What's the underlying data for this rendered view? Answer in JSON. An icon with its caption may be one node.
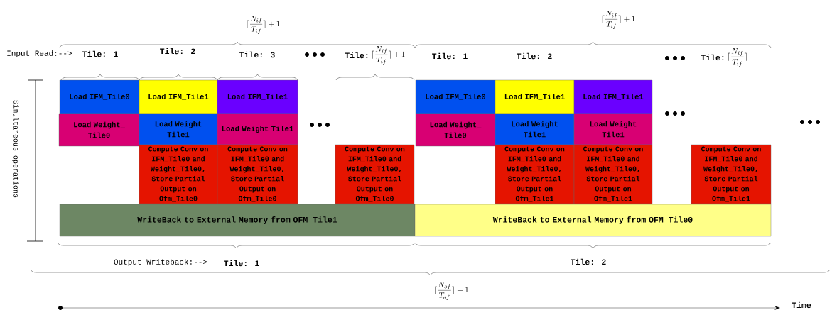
{
  "diagram": {
    "nodes": [
      {
        "text": [
          "Load IFM_Tile0"
        ]
      },
      {
        "text": [
          "Load IFM_Tile1"
        ]
      },
      {
        "text": [
          "Load IFM_Tile1"
        ]
      },
      {
        "text": [
          "Load IFM_Tile0"
        ]
      },
      {
        "text": [
          "Load IFM_Tile1"
        ]
      },
      {
        "text": [
          "Load IFM_Tile1"
        ]
      },
      {
        "text": [
          "Load Weight_ Tile0"
        ]
      },
      {
        "text": [
          "Load Weight Tile1"
        ]
      },
      {
        "text": [
          "Load Weight Tile1"
        ]
      },
      {
        "text": [
          "Load Weight_ Tile0"
        ]
      },
      {
        "text": [
          "Load Weight Tile1"
        ]
      },
      {
        "text": [
          "Load Weight Tile1"
        ]
      },
      {
        "text": [
          "Compute Conv on IFM_Tile0 and Weight_Tile0, Store Partial Output on Ofm_Tile0"
        ]
      },
      {
        "text": [
          "Compute Conv on IFM_Tile0 and Weight_Tile0, Store Partial Output on Ofm_Tile0"
        ]
      },
      {
        "text": [
          "Compute Conv on IFM_Tile0 and Weight_Tile0, Store Partial Output on Ofm_Tile0"
        ]
      },
      {
        "text": [
          "Compute Conv on IFM_Tile0 and Weight_Tile0, Store Partial Output on Ofm_Tile1"
        ]
      },
      {
        "text": [
          "Compute Conv on IFM_Tile0 and Weight_Tile0, Store Partial Output on Ofm_Tile1"
        ]
      },
      {
        "text": [
          "Compute Conv on IFM_Tile0 and Weight_Tile0, Store Partial Output on Ofm_Tile1"
        ]
      },
      {
        "text": [
          "WriteBack to External Memory from OFM_Tile1"
        ]
      },
      {
        "text": [
          "WriteBack to External Memory from OFM_Tile0"
        ]
      }
    ],
    "edges": [],
    "labels": [
      "\\lceil\\frac{N_{if}}{T_{if}}\\rceil+1",
      "\\lceil\\frac{N_{if}}{T_{if}}\\rceil+1",
      "Input Read:-->",
      "Tile: 1",
      "Tile: 2",
      "Tile: 3",
      "Tile:",
      "\\lceil\\frac{N_{if}}{T_{if}}\\rceil+1",
      "Tile: 1",
      "Tile: 2",
      "Tile:",
      "\\lceil\\frac{N_{if}}{T_{if}}\\rceil",
      "Simultaneous operations",
      "Output Writeback:-->",
      "Tile: 1",
      "Tile: 2",
      "\\lceil\\frac{N_{of}}{T_{of}}\\rceil+1",
      "Time"
    ]
  }
}
